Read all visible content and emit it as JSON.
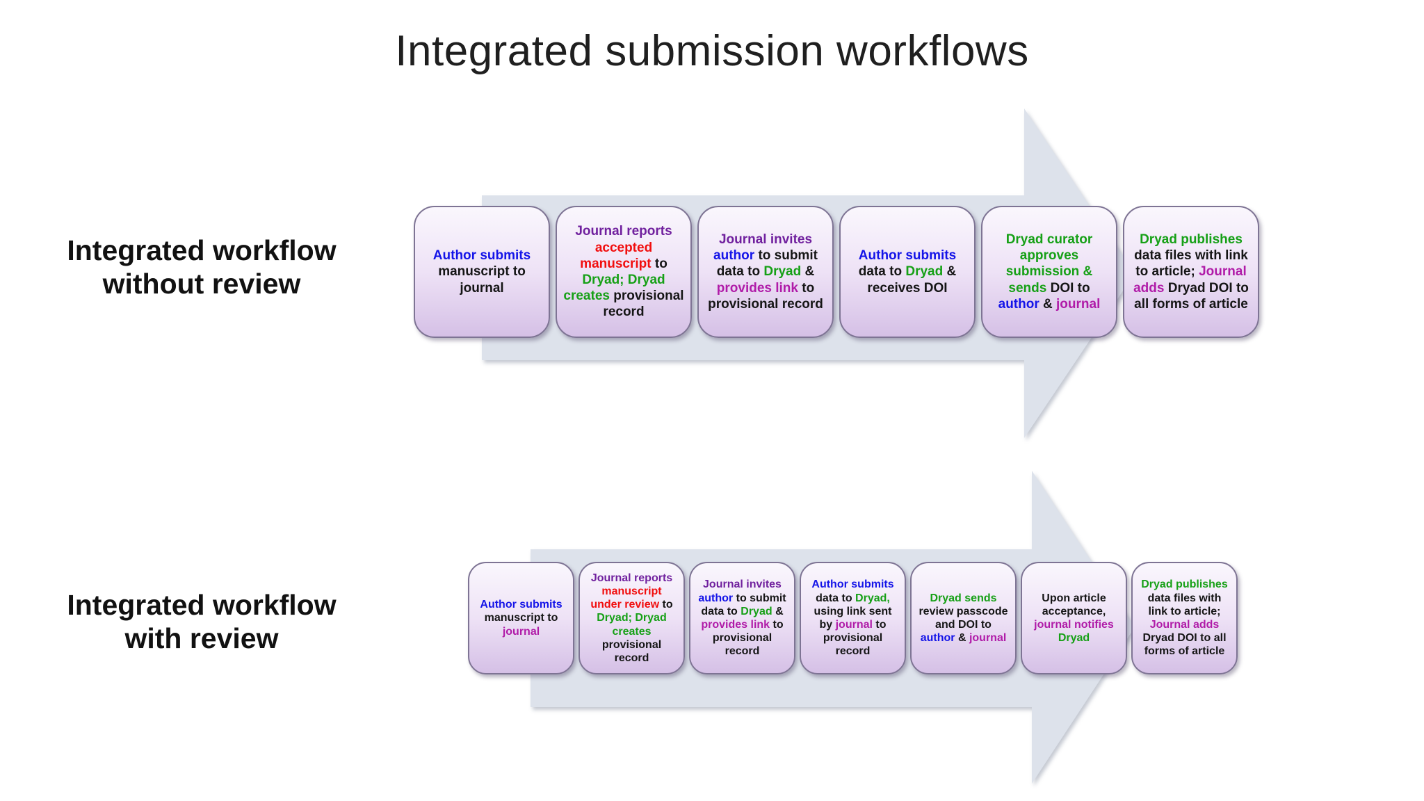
{
  "title": "Integrated submission workflows",
  "palette": {
    "black": "#151515",
    "blue": "#1414e8",
    "purple": "#70209e",
    "magenta": "#b01ba8",
    "red": "#f10e0e",
    "green": "#16a016",
    "arrow_fill": "#dde2eb",
    "box_border": "#7e7494"
  },
  "rows": [
    {
      "label": "Integrated workflow without review",
      "boxes": [
        [
          {
            "t": "Author submits",
            "c": "blue"
          },
          {
            "t": "manuscript to journal",
            "c": "black"
          }
        ],
        [
          {
            "t": "Journal reports",
            "c": "purple"
          },
          {
            "t": "accepted manuscript",
            "c": "red"
          },
          {
            "t": "to",
            "c": "black"
          },
          {
            "t": "Dryad; Dryad creates",
            "c": "green"
          },
          {
            "t": "provisional record",
            "c": "black"
          }
        ],
        [
          {
            "t": "Journal invites",
            "c": "purple"
          },
          {
            "t": "author",
            "c": "blue"
          },
          {
            "t": "to submit data to",
            "c": "black"
          },
          {
            "t": "Dryad",
            "c": "green"
          },
          {
            "t": "&",
            "c": "black"
          },
          {
            "t": "provides link",
            "c": "magenta"
          },
          {
            "t": "to provisional record",
            "c": "black"
          }
        ],
        [
          {
            "t": "Author submits",
            "c": "blue"
          },
          {
            "t": "data to",
            "c": "black"
          },
          {
            "t": "Dryad",
            "c": "green"
          },
          {
            "t": "& receives DOI",
            "c": "black"
          }
        ],
        [
          {
            "t": "Dryad curator approves submission & sends",
            "c": "green"
          },
          {
            "t": "DOI to",
            "c": "black"
          },
          {
            "t": "author",
            "c": "blue"
          },
          {
            "t": "&",
            "c": "black"
          },
          {
            "t": "journal",
            "c": "magenta"
          }
        ],
        [
          {
            "t": "Dryad publishes",
            "c": "green"
          },
          {
            "t": "data files with link to article;",
            "c": "black"
          },
          {
            "t": "Journal adds",
            "c": "magenta"
          },
          {
            "t": "Dryad DOI to all forms of article",
            "c": "black"
          }
        ]
      ]
    },
    {
      "label": "Integrated workflow with review",
      "boxes": [
        [
          {
            "t": "Author submits",
            "c": "blue"
          },
          {
            "t": "manuscript to",
            "c": "black"
          },
          {
            "t": "journal",
            "c": "magenta"
          }
        ],
        [
          {
            "t": "Journal reports",
            "c": "purple"
          },
          {
            "t": "manuscript under review",
            "c": "red"
          },
          {
            "t": "to",
            "c": "black"
          },
          {
            "t": "Dryad; Dryad creates",
            "c": "green"
          },
          {
            "t": "provisional record",
            "c": "black"
          }
        ],
        [
          {
            "t": "Journal invites",
            "c": "purple"
          },
          {
            "t": "author",
            "c": "blue"
          },
          {
            "t": "to submit data to",
            "c": "black"
          },
          {
            "t": "Dryad",
            "c": "green"
          },
          {
            "t": "&",
            "c": "black"
          },
          {
            "t": "provides link",
            "c": "magenta"
          },
          {
            "t": "to provisional record",
            "c": "black"
          }
        ],
        [
          {
            "t": "Author submits",
            "c": "blue"
          },
          {
            "t": "data to",
            "c": "black"
          },
          {
            "t": "Dryad,",
            "c": "green"
          },
          {
            "t": "using link sent by",
            "c": "black"
          },
          {
            "t": "journal",
            "c": "magenta"
          },
          {
            "t": "to provisional record",
            "c": "black"
          }
        ],
        [
          {
            "t": "Dryad sends",
            "c": "green"
          },
          {
            "t": "review passcode and DOI to",
            "c": "black"
          },
          {
            "t": "author",
            "c": "blue"
          },
          {
            "t": "&",
            "c": "black"
          },
          {
            "t": "journal",
            "c": "magenta"
          }
        ],
        [
          {
            "t": "Upon article acceptance,",
            "c": "black"
          },
          {
            "t": "journal notifies",
            "c": "magenta"
          },
          {
            "t": "Dryad",
            "c": "green"
          }
        ],
        [
          {
            "t": "Dryad publishes",
            "c": "green"
          },
          {
            "t": "data files with link to article;",
            "c": "black"
          },
          {
            "t": "Journal adds",
            "c": "magenta"
          },
          {
            "t": "Dryad DOI to all forms of article",
            "c": "black"
          }
        ]
      ]
    }
  ]
}
